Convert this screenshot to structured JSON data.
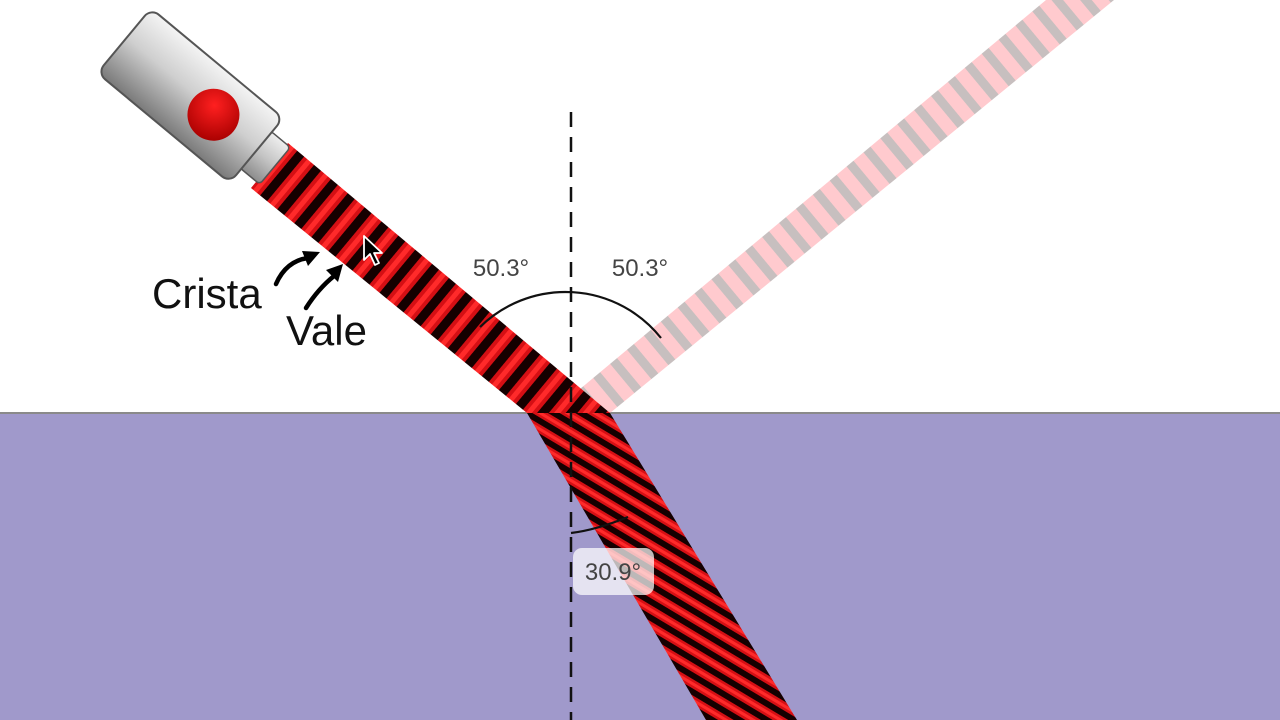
{
  "colors": {
    "background": "#ffffff",
    "medium": "#a099cb",
    "interface_line": "#8a8a8a",
    "beam_crest": "#d50f14",
    "beam_trough": "#150000",
    "reflected_crest": "#ff9fa6",
    "reflected_trough": "#9a8a8a",
    "source_body": "#c6c6c6",
    "source_button": "#d40000",
    "normal_line": "#111111"
  },
  "labels": {
    "incident_angle": "50.3°",
    "reflected_angle": "50.3°",
    "refracted_angle": "30.9°",
    "crest": "Crista",
    "trough": "Vale"
  },
  "icons": {
    "laser": "laser-pointer-icon",
    "cursor": "mouse-cursor-icon",
    "crest_arrow": "curved-arrow-icon",
    "trough_arrow": "curved-arrow-icon"
  }
}
